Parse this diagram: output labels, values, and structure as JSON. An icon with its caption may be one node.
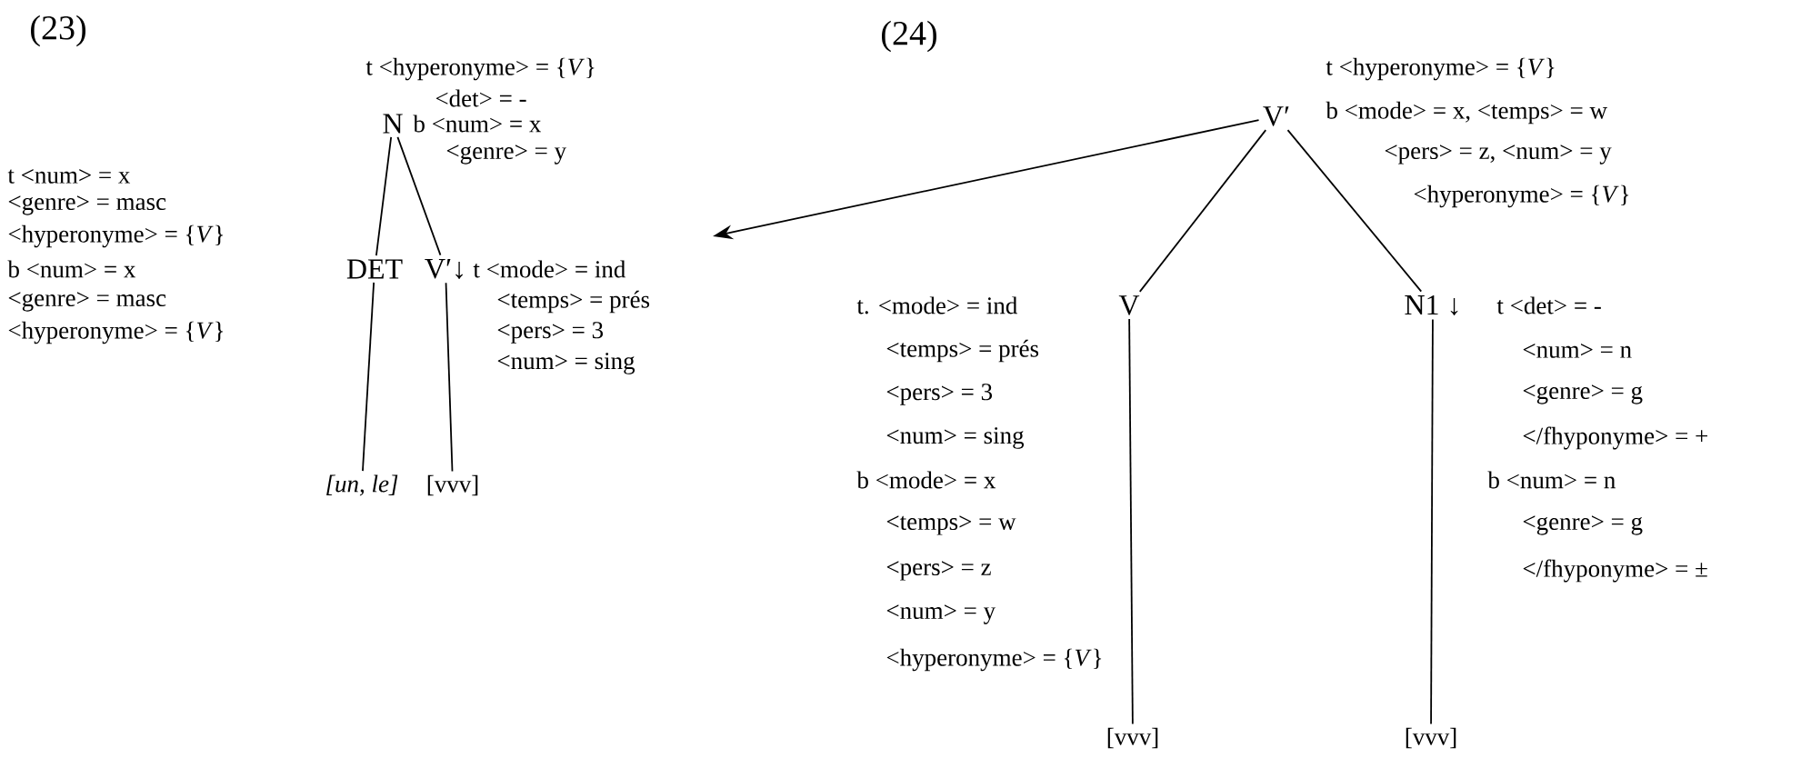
{
  "diagram": {
    "nodes": [
      {
        "text": [
          "N"
        ],
        "beside": [
          "t <hyperonyme> = {*V*}",
          "<det> = -",
          "b <num> = x",
          "<genre> = y"
        ]
      },
      {
        "text": [
          "DET"
        ],
        "beside": [
          "t <num> = x",
          "<genre> = masc",
          "<hyperonyme> = {*V*}",
          "b <num> = x",
          "<genre> = masc",
          "<hyperonyme> = {*V*}"
        ]
      },
      {
        "text": [
          "V′↓"
        ],
        "beside": [
          "t <mode> = ind",
          "<temps> = prés",
          "<pers> = 3",
          "<num> = sing"
        ]
      },
      {
        "text": [
          "[un, le]"
        ]
      },
      {
        "text": [
          "[vvv]"
        ]
      },
      {
        "text": [
          "V′"
        ],
        "beside": [
          "t <hyperonyme> = {*V*}",
          "b <mode> = x, <temps> = w",
          "<pers> = z, <num> = y",
          "<hyperonyme> = {*V*}"
        ]
      },
      {
        "text": [
          "V"
        ],
        "beside": [
          "t. <mode> = ind",
          "<temps> = prés",
          "<pers> = 3",
          "<num> = sing",
          "b <mode> = x",
          "<temps> = w",
          "<pers> = z",
          "<num> = y",
          "<hyperonyme> = {*V*}"
        ]
      },
      {
        "text": [
          "N1 ↓"
        ],
        "beside": [
          "t <det> = -",
          "<num> = n",
          "<genre> = g",
          "</fhyponyme> = +",
          "b <num> = n",
          "<genre> = g",
          "</fhyponyme> = ±"
        ]
      },
      {
        "text": [
          "[vvv]"
        ]
      },
      {
        "text": [
          "[vvv]"
        ]
      }
    ],
    "edges": [
      {
        "from": 0,
        "to": 1,
        "arrow": "none"
      },
      {
        "from": 0,
        "to": 2,
        "arrow": "none"
      },
      {
        "from": 1,
        "to": 3,
        "arrow": "none"
      },
      {
        "from": 2,
        "to": 4,
        "arrow": "none"
      },
      {
        "from": 5,
        "to": null,
        "arrow": "to"
      },
      {
        "from": 5,
        "to": 6,
        "arrow": "none"
      },
      {
        "from": 5,
        "to": 7,
        "arrow": "none"
      },
      {
        "from": 6,
        "to": 8,
        "arrow": "none"
      },
      {
        "from": 7,
        "to": 9,
        "arrow": "none"
      }
    ],
    "labels": [
      "(23)",
      "(24)"
    ]
  }
}
